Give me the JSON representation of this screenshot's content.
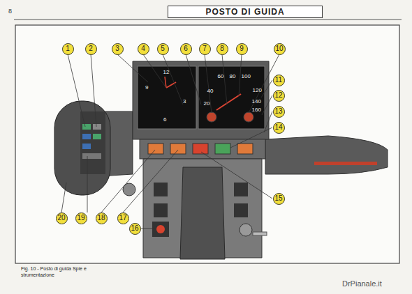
{
  "diagram": {
    "title": "POSTO DI GUIDA",
    "caption": "Fig. 10 - Posto di guida Spie e strumentazione",
    "labels": [
      "8",
      "1",
      "2",
      "3",
      "4",
      "5",
      "6",
      "7",
      "8",
      "9",
      "10",
      "11",
      "12",
      "13",
      "14",
      "15",
      "16",
      "17",
      "18",
      "19",
      "20",
      "12",
      "9",
      "3",
      "6",
      "20",
      "40",
      "60",
      "80",
      "100",
      "120",
      "140",
      "160",
      "DrPianale.it"
    ]
  }
}
